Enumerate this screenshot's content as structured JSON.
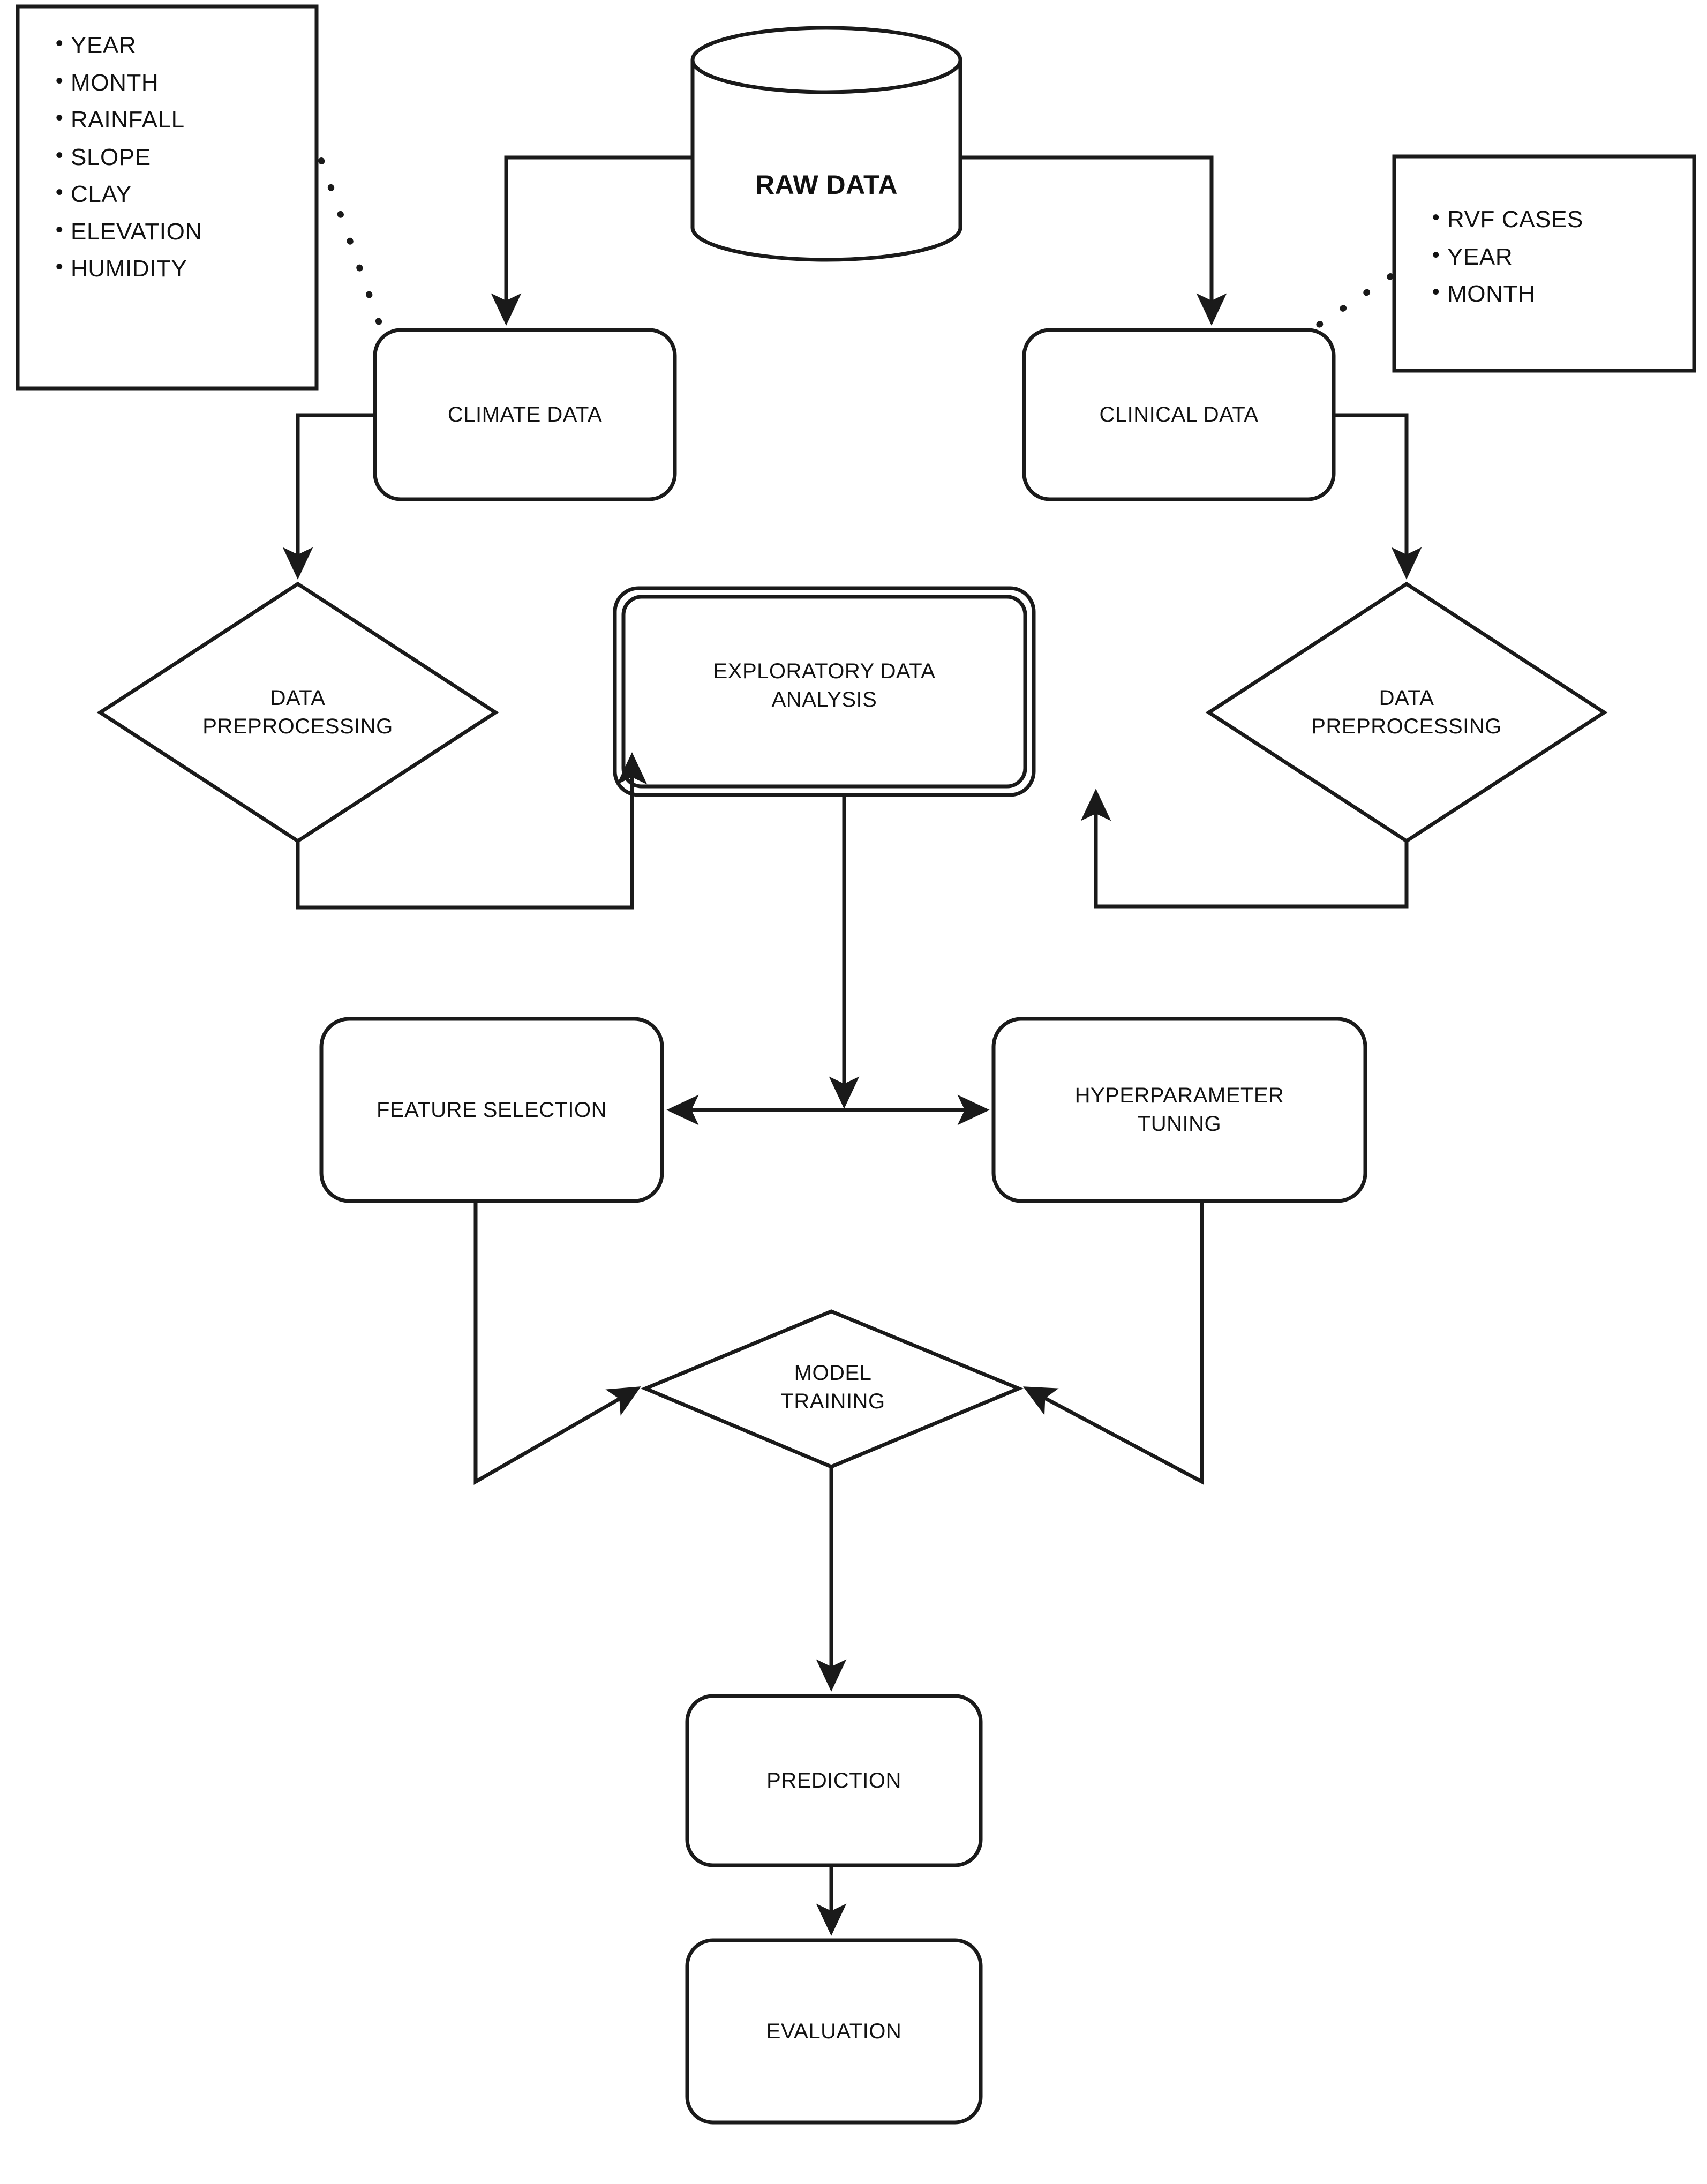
{
  "diagram": {
    "type": "flowchart",
    "title": "Rift Valley Fever prediction machine-learning pipeline flowchart",
    "nodes": {
      "raw_data": "RAW DATA",
      "climate_data": "CLIMATE DATA",
      "clinical_data": "CLINICAL DATA",
      "preprocess_left_line1": "DATA",
      "preprocess_left_line2": "PREPROCESSING",
      "preprocess_right_line1": "DATA",
      "preprocess_right_line2": "PREPROCESSING",
      "eda_line1": "EXPLORATORY DATA",
      "eda_line2": "ANALYSIS",
      "feature_selection": "FEATURE SELECTION",
      "hyperparameter_line1": "HYPERPARAMETER",
      "hyperparameter_line2": "TUNING",
      "model_training_line1": "MODEL",
      "model_training_line2": "TRAINING",
      "prediction": "PREDICTION",
      "evaluation": "EVALUATION"
    },
    "climate_attributes": {
      "items": [
        "YEAR",
        "MONTH",
        "RAINFALL",
        "SLOPE",
        "CLAY",
        "ELEVATION",
        "HUMIDITY"
      ],
      "bullet": "•"
    },
    "clinical_attributes": {
      "items": [
        "RVF CASES",
        "YEAR",
        "MONTH"
      ],
      "bullet": "•"
    },
    "colors": {
      "stroke": "#1a1a1a",
      "text": "#111111",
      "background": "#ffffff"
    }
  }
}
